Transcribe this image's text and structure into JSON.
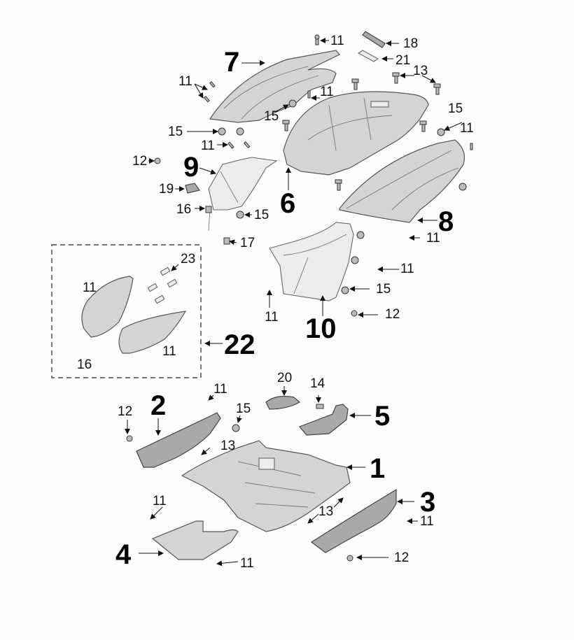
{
  "diagram": {
    "type": "exploded-parts-diagram",
    "big_labels": [
      {
        "id": "1",
        "text": "1"
      },
      {
        "id": "2",
        "text": "2"
      },
      {
        "id": "3",
        "text": "3"
      },
      {
        "id": "4",
        "text": "4"
      },
      {
        "id": "5",
        "text": "5"
      },
      {
        "id": "6",
        "text": "6"
      },
      {
        "id": "7",
        "text": "7"
      },
      {
        "id": "8",
        "text": "8"
      },
      {
        "id": "9",
        "text": "9"
      },
      {
        "id": "10",
        "text": "10"
      },
      {
        "id": "22",
        "text": "22"
      }
    ],
    "small_labels": {
      "l11": "11",
      "l12": "12",
      "l13": "13",
      "l14": "14",
      "l15": "15",
      "l16": "16",
      "l17": "17",
      "l18": "18",
      "l19": "19",
      "l20": "20",
      "l21": "21",
      "l23": "23"
    }
  }
}
